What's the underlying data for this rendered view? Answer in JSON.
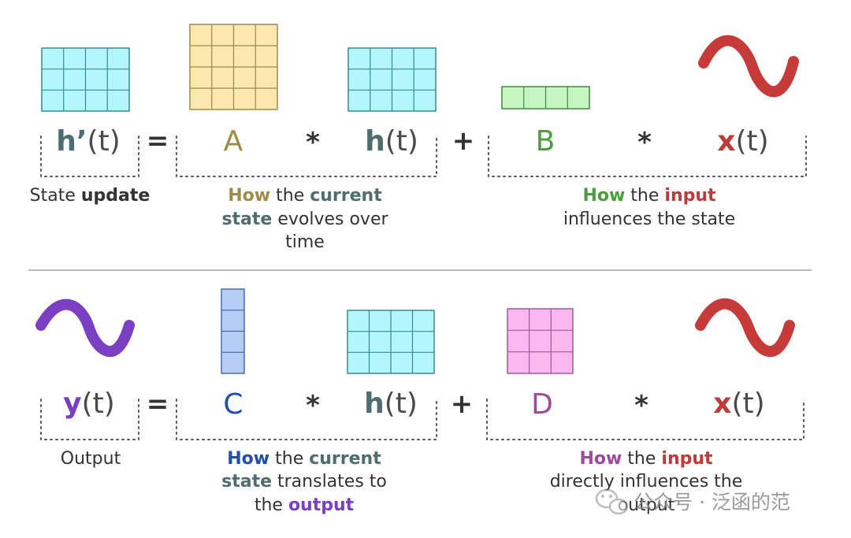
{
  "colors": {
    "cyan_fill": "#b3f6fb",
    "cyan_stroke": "#3a8a96",
    "yellow_fill": "#fbe8ad",
    "yellow_stroke": "#9b8a4e",
    "green_fill": "#c5f5c0",
    "green_stroke": "#3f8d3f",
    "blue_fill": "#b6cdf7",
    "blue_stroke": "#4a6ab0",
    "pink_fill": "#fbb7f0",
    "pink_stroke": "#9b5c9b",
    "red_wave": "#c73a3a",
    "purple_wave": "#7b3fc4",
    "A": "#a08b45",
    "h": "#4d6d6f",
    "B": "#4b9e3e",
    "x": "#c03a3a",
    "y": "#7b3fc4",
    "C": "#1f4fa8",
    "D": "#9d4a9d"
  },
  "top": {
    "lhs": {
      "sym": "h’",
      "arg": "(t)"
    },
    "eq": "=",
    "A": "A",
    "mul1": "*",
    "h": {
      "sym": "h",
      "arg": "(t)"
    },
    "plus": "+",
    "B": "B",
    "mul2": "*",
    "x": {
      "sym": "x",
      "arg": "(t)"
    },
    "cap_left": {
      "a": "State ",
      "b": "update"
    },
    "cap_mid": {
      "l1a": "How",
      "l1b": " the ",
      "l1c": "current",
      "l2a": "state",
      "l2b": " evolves over",
      "l3": "time"
    },
    "cap_right": {
      "l1a": "How",
      "l1b": " the ",
      "l1c": "input",
      "l2": "influences the state"
    }
  },
  "bottom": {
    "lhs": {
      "sym": "y",
      "arg": "(t)"
    },
    "eq": "=",
    "C": "C",
    "mul1": "*",
    "h": {
      "sym": "h",
      "arg": "(t)"
    },
    "plus": "+",
    "D": "D",
    "mul2": "*",
    "x": {
      "sym": "x",
      "arg": "(t)"
    },
    "cap_left": "Output",
    "cap_mid": {
      "l1a": "How",
      "l1b": " the ",
      "l1c": "current",
      "l2a": "state",
      "l2b": " translates to",
      "l3a": "the ",
      "l3b": "output"
    },
    "cap_right": {
      "l1a": "How",
      "l1b": " the ",
      "l1c": "input",
      "l2": "directly influences the",
      "l3": "output"
    }
  },
  "watermark": {
    "text": "公众号 · 泛函的范",
    "icon": "wechat-icon"
  }
}
